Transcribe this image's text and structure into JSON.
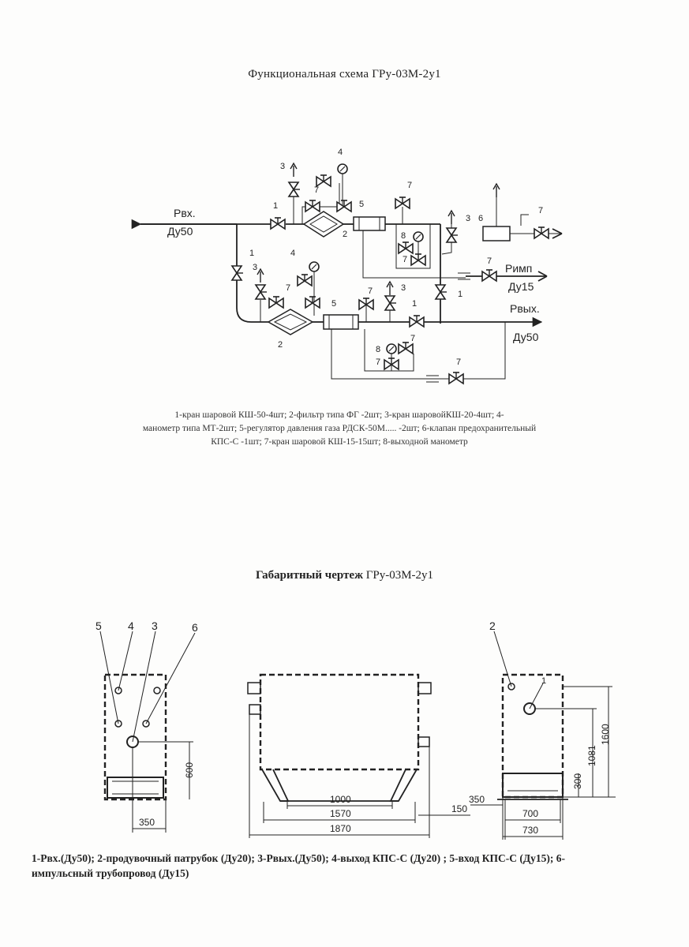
{
  "schematic": {
    "title": "Функциональная схема  ГРу-03М-2у1",
    "labels": {
      "inlet_pressure": "Рвх.",
      "inlet_size": "Ду50",
      "impulse_pressure": "Римп",
      "impulse_size": "Ду15",
      "outlet_pressure": "Рвых.",
      "outlet_size": "Ду50"
    },
    "legend_lines": [
      "1-кран шаровой КШ-50-4шт; 2-фильтр типа ФГ -2шт; 3-кран шаровойКШ-20-4шт; 4-",
      "манометр типа МТ-2шт; 5-регулятор давления газа РДСК-50М..... -2шт; 6-клапан предохранительный",
      "КПС-С -1шт; 7-кран шаровой КШ-15-15шт; 8-выходной манометр"
    ],
    "numbers": {
      "n1": "1",
      "n2": "2",
      "n3": "3",
      "n4": "4",
      "n5": "5",
      "n6": "6",
      "n7": "7",
      "n8": "8"
    }
  },
  "dimensional": {
    "title_bold": "Габаритный чертеж",
    "title_rest": " ГРу-03М-2у1",
    "left_view": {
      "callouts": [
        "5",
        "4",
        "3",
        "6"
      ],
      "dim_height": "600",
      "dim_width": "350"
    },
    "front_view": {
      "dim_inner": "1000",
      "dim_mid": "1570",
      "dim_total": "1870",
      "dim_offset": "150"
    },
    "right_view": {
      "callout_top": "2",
      "callout_inner": "1",
      "dim_1600": "1600",
      "dim_1081": "1081",
      "dim_300": "300",
      "dim_350": "350",
      "dim_700": "700",
      "dim_730": "730"
    },
    "legend": "1-Рвх.(Ду50); 2-продувочный патрубок (Ду20); 3-Рвых.(Ду50); 4-выход КПС-С (Ду20)  ; 5-вход КПС-С (Ду15); 6-импульсный трубопровод (Ду15)"
  }
}
